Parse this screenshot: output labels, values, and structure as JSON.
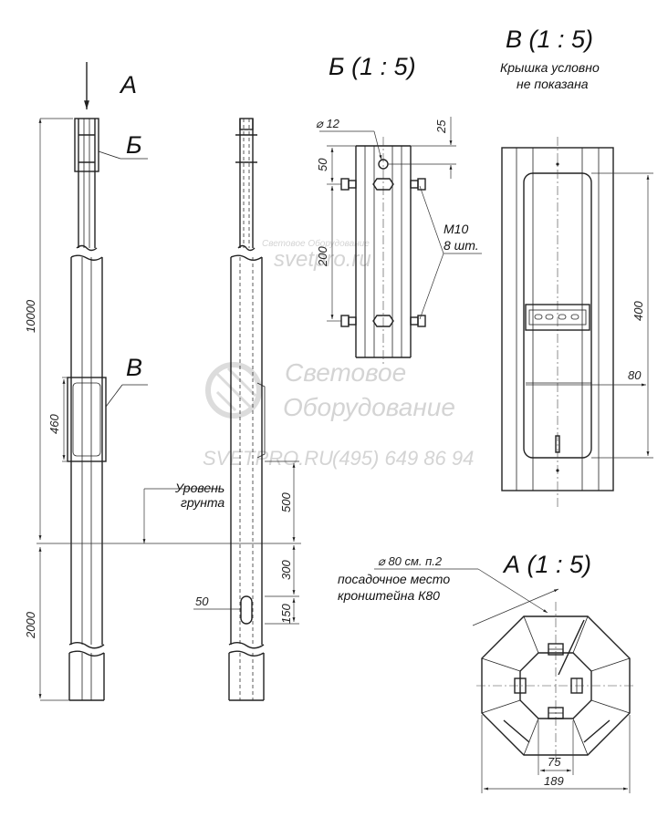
{
  "view_labels": {
    "a": "А",
    "b": "Б",
    "v": "В",
    "b_scale": "Б (1 : 5)",
    "v_scale": "В (1 : 5)",
    "a_scale": "А (1 : 5)"
  },
  "notes": {
    "cover_line1": "Крышка условно",
    "cover_line2": "не показана",
    "ground_line1": "Уровень",
    "ground_line2": "грунта",
    "bolts_line1": "М10",
    "bolts_line2": "8 шт.",
    "seat_line1": "посадочное место",
    "seat_line2": "кронштейна К80"
  },
  "dimensions": {
    "total_height": "10000",
    "hatch": "460",
    "underground": "2000",
    "above_ground": "500",
    "slot_height": "300",
    "slot_width": "50",
    "slot_bottom": "150",
    "hole_dia": "⌀ 12",
    "top_offset": "25",
    "hole_offset": "50",
    "bolt_spacing": "200",
    "door_height": "400",
    "door_width": "80",
    "seat_dia": "⌀ 80 см. п.2",
    "inner_flat": "75",
    "outer_size": "189"
  },
  "watermark": {
    "line1": "Световое",
    "line2": "Оборудование",
    "site": "svetpro.ru",
    "phone_site": "SVETPRO.RU",
    "phone": "(495) 649 86 94",
    "small_line1": "Световое Оборудование",
    "small_site": "svetpro.ru"
  }
}
